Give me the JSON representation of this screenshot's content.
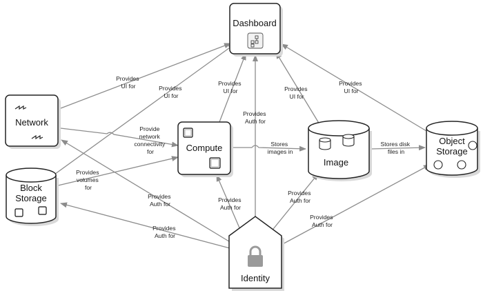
{
  "nodes": {
    "dashboard": "Dashboard",
    "network": "Network",
    "compute": "Compute",
    "image": "Image",
    "object_storage": [
      "Object",
      "Storage"
    ],
    "block_storage": [
      "Block",
      "Storage"
    ],
    "identity": "Identity"
  },
  "edge_labels": {
    "network_ui": [
      "Provides",
      "UI for"
    ],
    "block_ui": [
      "Provides",
      "UI for"
    ],
    "compute_ui": [
      "Provides",
      "UI for"
    ],
    "identity_dash": [
      "Provides",
      "Auth for"
    ],
    "image_ui": [
      "Provides",
      "UI for"
    ],
    "object_ui": [
      "Provides",
      "UI for"
    ],
    "network_compute": [
      "Provide",
      "network",
      "connectivity",
      "for"
    ],
    "compute_image": [
      "Stores",
      "images in"
    ],
    "image_object": [
      "Stores disk",
      "files in"
    ],
    "block_compute": [
      "Provides",
      "volumes",
      "for"
    ],
    "identity_network": [
      "Provides",
      "Auth for"
    ],
    "identity_compute": [
      "Provides",
      "Auth for"
    ],
    "identity_image": [
      "Provides",
      "Auth for"
    ],
    "identity_object": [
      "Provides",
      "Auth for"
    ],
    "identity_block": [
      "Provides",
      "Auth for"
    ]
  },
  "colors": {
    "edge": "#8c8c8c",
    "stroke": "#222222",
    "lock": "#9a9a9a"
  }
}
